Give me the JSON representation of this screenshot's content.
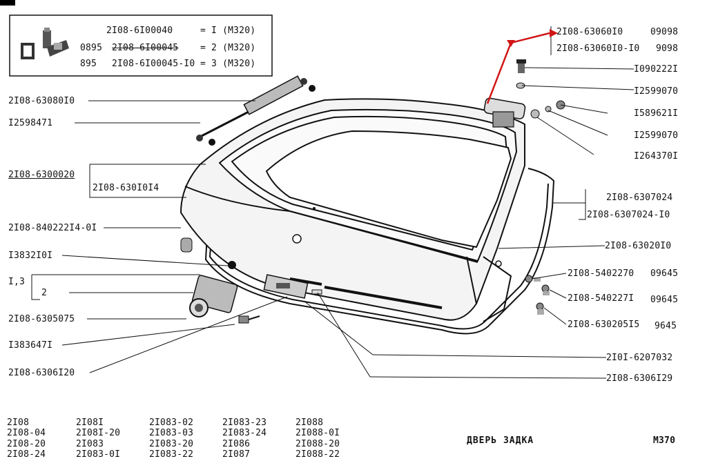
{
  "legend": {
    "rows": [
      {
        "prefix": "",
        "code": "2I08-6I00040",
        "value": "= I (M320)"
      },
      {
        "prefix": "0895",
        "code": "2I08-6I00045",
        "value": "= 2 (M320)"
      },
      {
        "prefix": "895",
        "code": "2I08-6I00045-I0",
        "value": "= 3 (M320)"
      }
    ]
  },
  "callouts": {
    "top_right_1": "2I08-63060I0",
    "top_right_1_num": "09098",
    "top_right_2": "2I08-63060I0-I0",
    "top_right_2_num": "9098",
    "r1": "I090222I",
    "r2": "I2599070",
    "r3": "I589621I",
    "r4": "I2599070",
    "r5": "I264370I",
    "r6a": "2I08-6307024",
    "r6b": "2I08-6307024-I0",
    "r7": "2I08-63020I0",
    "r8": "2I08-5402270",
    "r8_num": "09645",
    "r9": "2I08-540227I",
    "r9_num": "09645",
    "r10": "2I08-630205I5",
    "r10_num": "9645",
    "r11": "2I0I-6207032",
    "r12": "2I08-6306I29",
    "l1": "2I08-63080I0",
    "l2": "I2598471",
    "l3": "2I08-6300020",
    "l3b": "2I08-630I0I4",
    "l4": "2I08-840222I4-0I",
    "l5": "I3832I0I",
    "l6a": "I,3",
    "l6b": "2",
    "l7": "2I08-6305075",
    "l8": "I383647I",
    "l9": "2I08-6306I20"
  },
  "models": [
    [
      "2I08",
      "2I08-04",
      "2I08-20",
      "2I08-24"
    ],
    [
      "2I08I",
      "2I08I-20",
      "2I083",
      "2I083-0I"
    ],
    [
      "2I083-02",
      "2I083-03",
      "2I083-20",
      "2I083-22"
    ],
    [
      "2I083-23",
      "2I083-24",
      "2I086",
      "2I087"
    ],
    [
      "2I088",
      "2I088-0I",
      "2I088-20",
      "2I088-22"
    ]
  ],
  "footer": {
    "title": "ДВЕРЬ ЗАДКА",
    "code": "М370"
  },
  "colors": {
    "ink": "#111111",
    "arrow": "#d01515"
  }
}
